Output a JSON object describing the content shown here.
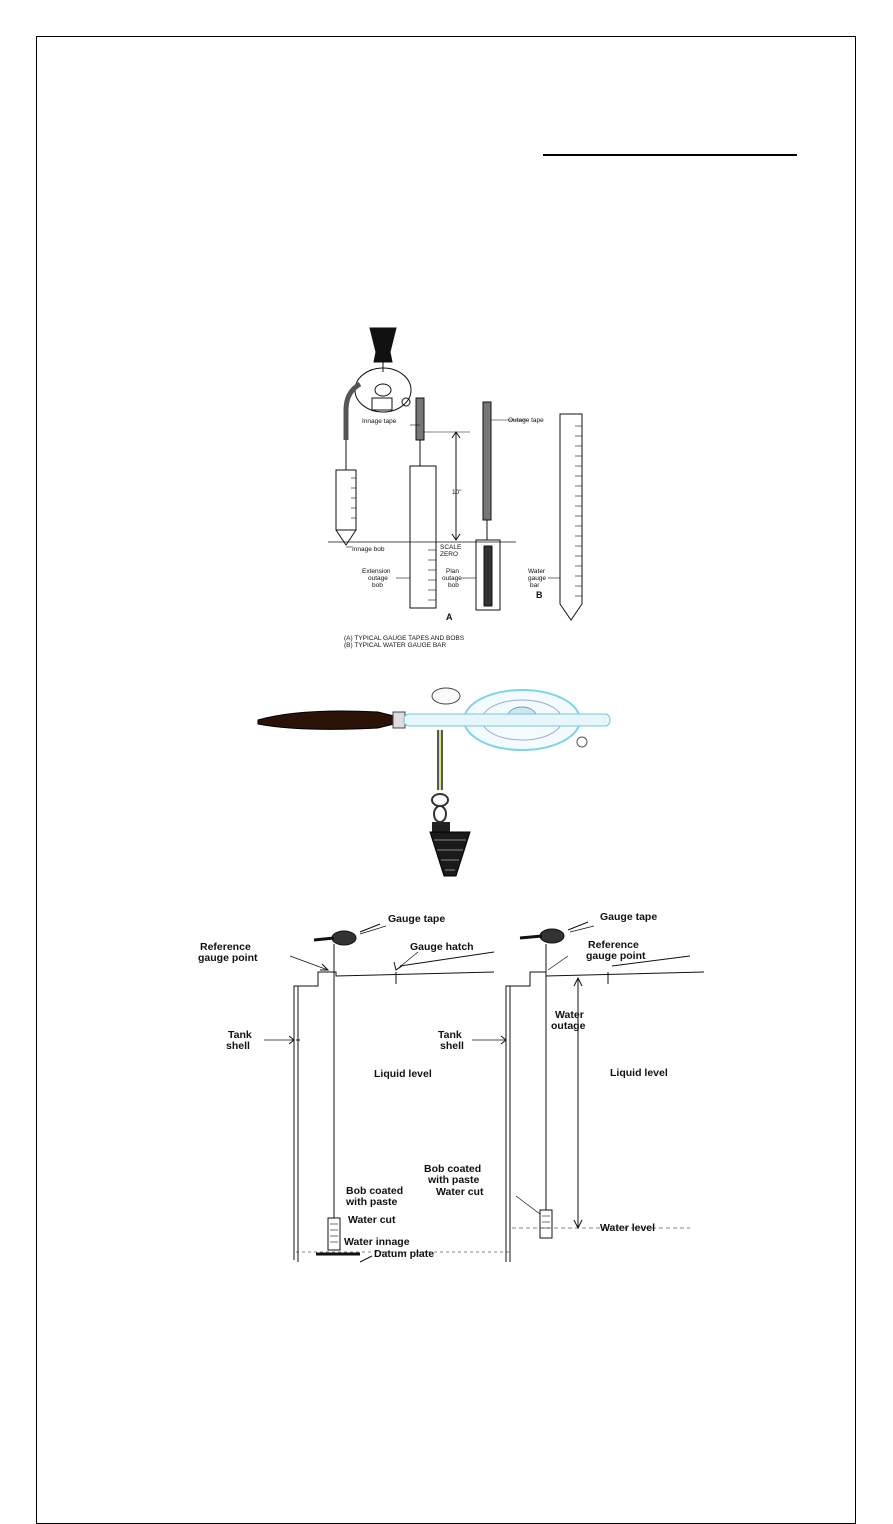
{
  "figure1": {
    "innage_tape": "Innage tape",
    "outage_tape": "Outage tape",
    "dimension": "10\"",
    "innage_bob": "Innage bob",
    "scale_zero_1": "SCALE",
    "scale_zero_2": "ZERO",
    "extension_bob_1": "Extension",
    "extension_bob_2": "outage",
    "extension_bob_3": "bob",
    "plan_bob_1": "Plan",
    "plan_bob_2": "outage",
    "plan_bob_3": "bob",
    "water_bar_1": "Water",
    "water_bar_2": "gauge",
    "water_bar_3": "bar",
    "letter_a": "A",
    "letter_b": "B",
    "caption_a": "(A) TYPICAL GAUGE TAPES AND BOBS",
    "caption_b": "(B) TYPICAL WATER GAUGE BAR"
  },
  "figure3": {
    "left": {
      "gauge_tape": "Gauge tape",
      "ref_point_1": "Reference",
      "ref_point_2": "gauge point",
      "gauge_hatch": "Gauge hatch",
      "tank_shell_1": "Tank",
      "tank_shell_2": "shell",
      "liquid_level": "Liquid level",
      "bob_coated_1": "Bob coated",
      "bob_coated_2": "with paste",
      "water_cut": "Water cut",
      "water_innage": "Water innage",
      "datum_plate": "Datum plate"
    },
    "right": {
      "gauge_tape": "Gauge tape",
      "ref_point_1": "Reference",
      "ref_point_2": "gauge point",
      "tank_shell_1": "Tank",
      "tank_shell_2": "shell",
      "water_outage_1": "Water",
      "water_outage_2": "outage",
      "liquid_level": "Liquid level",
      "bob_coated_1": "Bob coated",
      "bob_coated_2": "with paste",
      "water_cut": "Water cut",
      "water_level": "Water level"
    }
  }
}
